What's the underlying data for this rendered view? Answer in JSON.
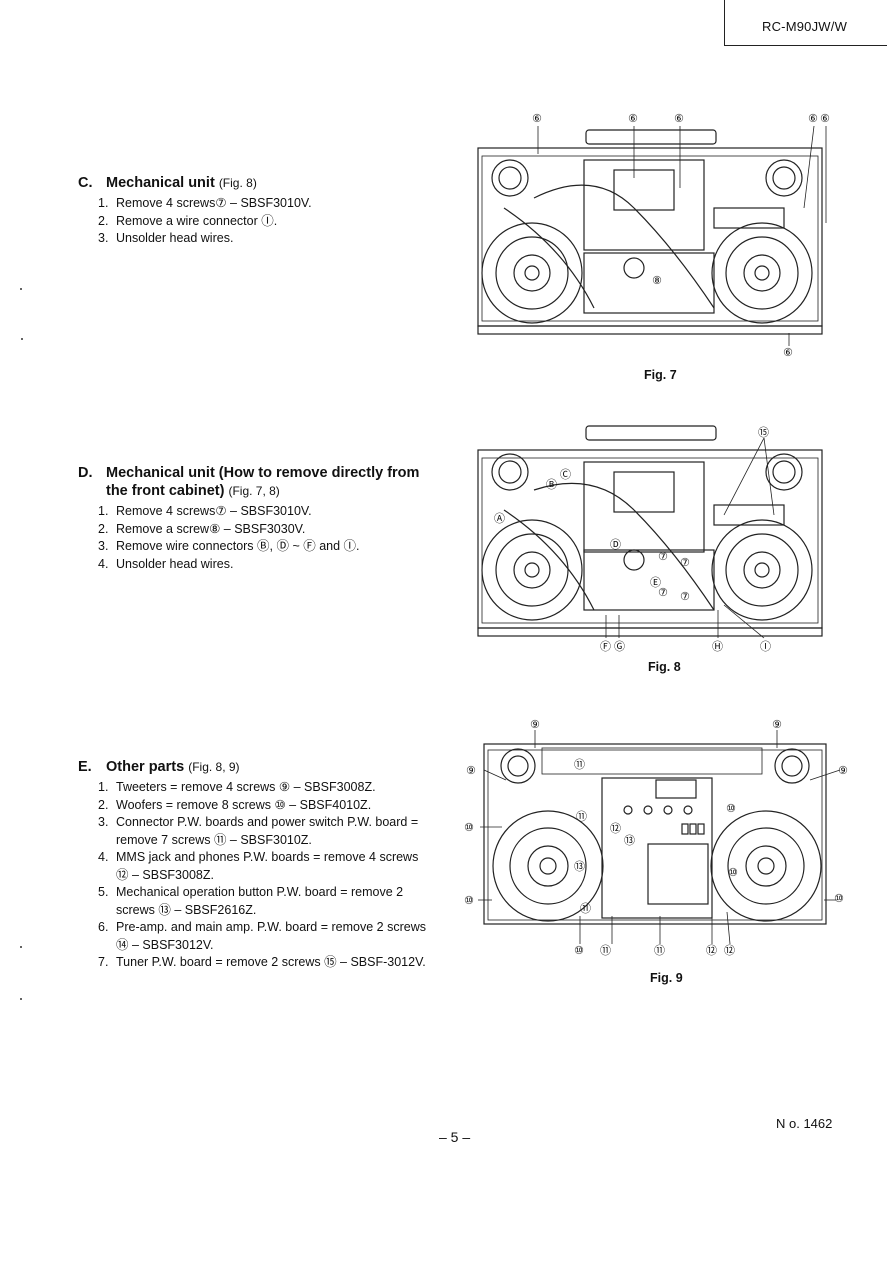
{
  "header": {
    "model": "RC-M90JW/W"
  },
  "sections": [
    {
      "letter": "C.",
      "title": "Mechanical unit",
      "title_line2": "",
      "fig_ref": "(Fig. 8)",
      "steps": [
        "Remove 4 screws⑦ – SBSF3010V.",
        "Remove a wire connector Ⓘ.",
        "Unsolder head wires."
      ]
    },
    {
      "letter": "D.",
      "title": "Mechanical unit (How to remove directly from",
      "title_line2": "the front cabinet)",
      "fig_ref": "(Fig. 7, 8)",
      "steps": [
        "Remove 4 screws⑦ – SBSF3010V.",
        "Remove a screw⑧ – SBSF3030V.",
        "Remove wire connectors Ⓑ, Ⓓ ~ Ⓕ and Ⓘ.",
        "Unsolder head wires."
      ]
    },
    {
      "letter": "E.",
      "title": "Other parts",
      "title_line2": "",
      "fig_ref": "(Fig. 8, 9)",
      "steps": [
        "Tweeters = remove 4 screws ⑨ – SBSF3008Z.",
        "Woofers = remove 8 screws ⑩ – SBSF4010Z.",
        "Connector P.W. boards and power switch P.W. board = remove 7 screws ⑪ – SBSF3010Z.",
        "MMS jack and phones P.W. boards = remove 4 screws ⑫ – SBSF3008Z.",
        "Mechanical operation button P.W. board = remove 2 screws ⑬ – SBSF2616Z.",
        "Pre-amp. and main amp. P.W. board = remove 2 screws ⑭ – SBSF3012V.",
        "Tuner P.W. board = remove 2 screws ⑮ – SBSF-3012V."
      ]
    }
  ],
  "figures": [
    {
      "caption": "Fig. 7",
      "callouts": [
        "⑥",
        "⑥",
        "⑥",
        "⑥",
        "⑥",
        "⑥",
        "⑧"
      ]
    },
    {
      "caption": "Fig. 8",
      "callouts": [
        "⑮",
        "Ⓐ",
        "Ⓑ",
        "Ⓒ",
        "Ⓓ",
        "Ⓔ",
        "Ⓕ",
        "Ⓖ",
        "Ⓗ",
        "Ⓘ",
        "⑦",
        "⑦",
        "⑦",
        "⑦"
      ]
    },
    {
      "caption": "Fig. 9",
      "callouts": [
        "⑨",
        "⑨",
        "⑨",
        "⑨",
        "⑩",
        "⑩",
        "⑩",
        "⑩",
        "⑩",
        "⑪",
        "⑪",
        "⑪",
        "⑪",
        "⑪",
        "⑫",
        "⑫",
        "⑫",
        "⑬",
        "⑬",
        "⑩"
      ]
    }
  ],
  "footer": {
    "page": "– 5 –",
    "doc_number": "N o. 1462"
  }
}
